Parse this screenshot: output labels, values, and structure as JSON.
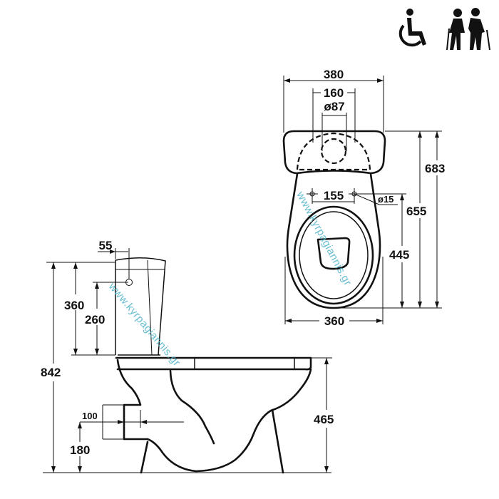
{
  "icons": {
    "accessibility": "wheelchair-icon",
    "elderly": "elderly-couple-icon"
  },
  "watermark": "www.kyrpagiannis.gr",
  "top_view": {
    "width_tank": "380",
    "bolt_spacing": "160",
    "inlet_diameter": "ø87",
    "seat_hole_spacing": "155",
    "seat_hole_diameter": "ø15",
    "hole_to_front": "445",
    "bowl_length": "655",
    "total_length": "683",
    "bowl_width": "360"
  },
  "side_view": {
    "button_offset": "55",
    "tank_height": "360",
    "button_height": "260",
    "total_height": "842",
    "outlet_diameter": "100",
    "outlet_height": "180",
    "rim_height": "465"
  },
  "colors": {
    "line": "#111111",
    "watermark": "#4fb3c8"
  }
}
